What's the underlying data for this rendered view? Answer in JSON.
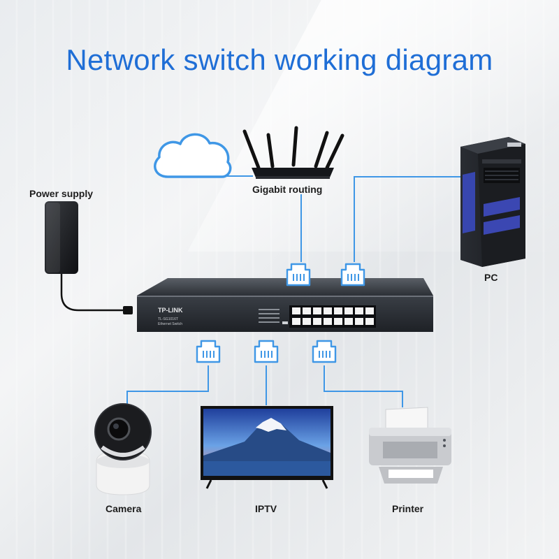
{
  "title": "Network switch working diagram",
  "labels": {
    "power_supply": "Power supply",
    "router": "Gigabit routing",
    "pc": "PC",
    "camera": "Camera",
    "iptv": "IPTV",
    "printer": "Printer"
  },
  "switch": {
    "brand": "TP-LINK",
    "model": "TL-SG1016T",
    "type": "Ethernet Switch"
  },
  "colors": {
    "title": "#1f6ed6",
    "connection_line": "#3f97e6",
    "port_icon": "#3f97e6"
  },
  "icons": [
    "cloud-icon",
    "ethernet-port-icon"
  ]
}
